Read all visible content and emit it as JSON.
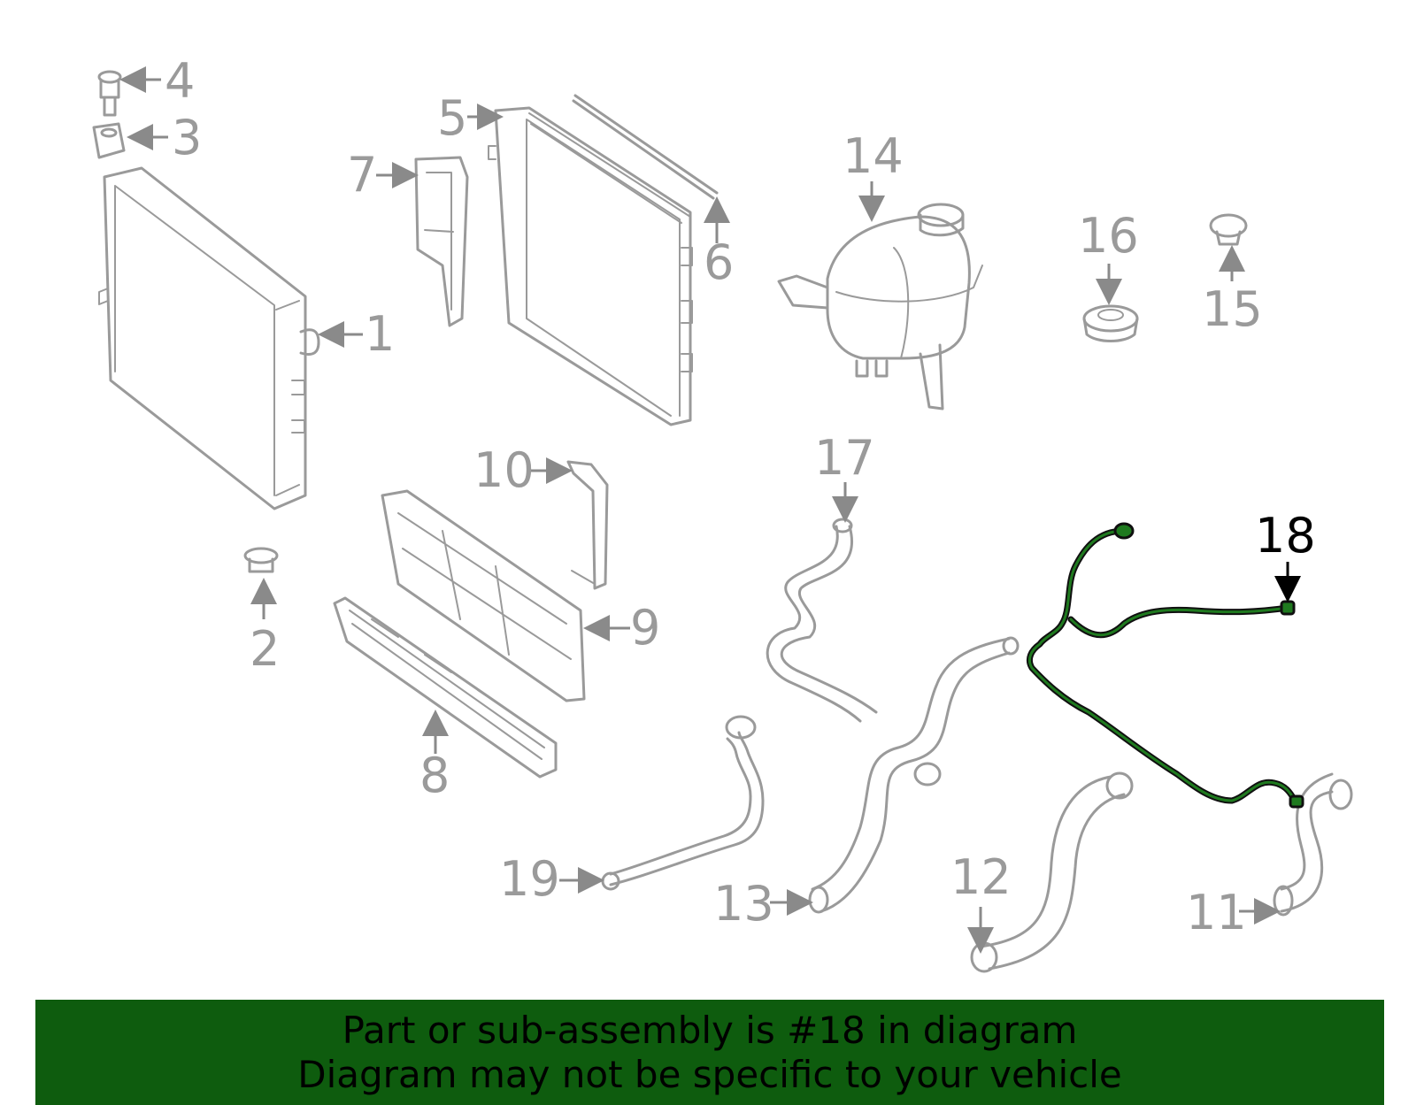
{
  "diagram": {
    "highlight_color": "#1f7a1f",
    "part_color": "#9a9a9a",
    "callouts": [
      "1",
      "2",
      "3",
      "4",
      "5",
      "6",
      "7",
      "8",
      "9",
      "10",
      "11",
      "12",
      "13",
      "14",
      "15",
      "16",
      "17",
      "18",
      "19"
    ],
    "highlighted_part": "18"
  },
  "banner": {
    "background": "#0e5c0e",
    "line1": "Part or sub-assembly is #18 in diagram",
    "line2": "Diagram may not be specific to your vehicle"
  }
}
